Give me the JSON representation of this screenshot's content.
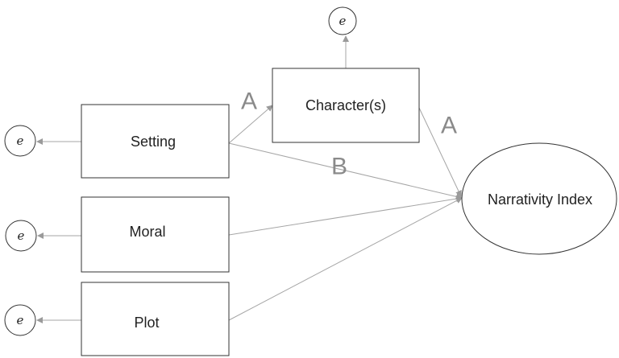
{
  "nodes": {
    "character": "Character(s)",
    "setting": "Setting",
    "moral": "Moral",
    "plot": "Plot",
    "narrativity": "Narrativity Index"
  },
  "errors": {
    "character": "e",
    "setting": "e",
    "moral": "e",
    "plot": "e"
  },
  "path_labels": {
    "setting_to_character": "A",
    "character_to_narrativity": "A",
    "setting_to_narrativity": "B"
  },
  "colors": {
    "stroke": "#333333",
    "arrow": "#a6a6a6",
    "label": "#8a8a8a"
  }
}
